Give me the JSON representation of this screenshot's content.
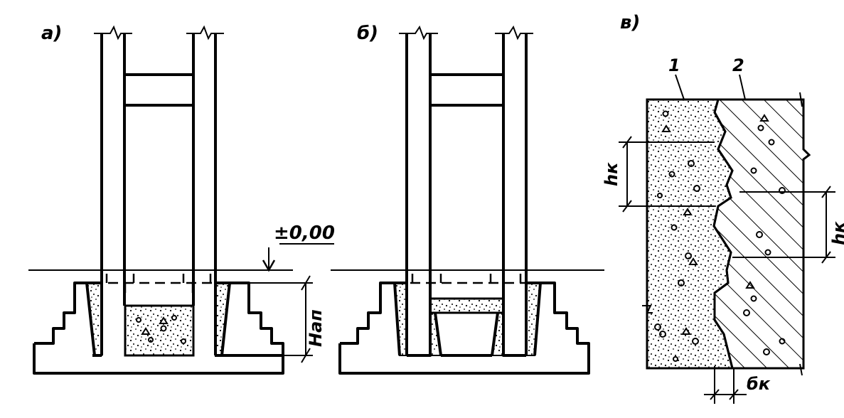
{
  "panels": {
    "a": {
      "label": "а)"
    },
    "b": {
      "label": "б)"
    },
    "c": {
      "label": "в)"
    }
  },
  "annotations": {
    "level_mark": "±0,00",
    "depth_label": "Нап",
    "key_height_left": "hк",
    "key_height_right": "hк",
    "key_depth": "бк",
    "callout_1": "1",
    "callout_2": "2"
  },
  "colors": {
    "ink": "#000000",
    "paper": "#ffffff"
  }
}
